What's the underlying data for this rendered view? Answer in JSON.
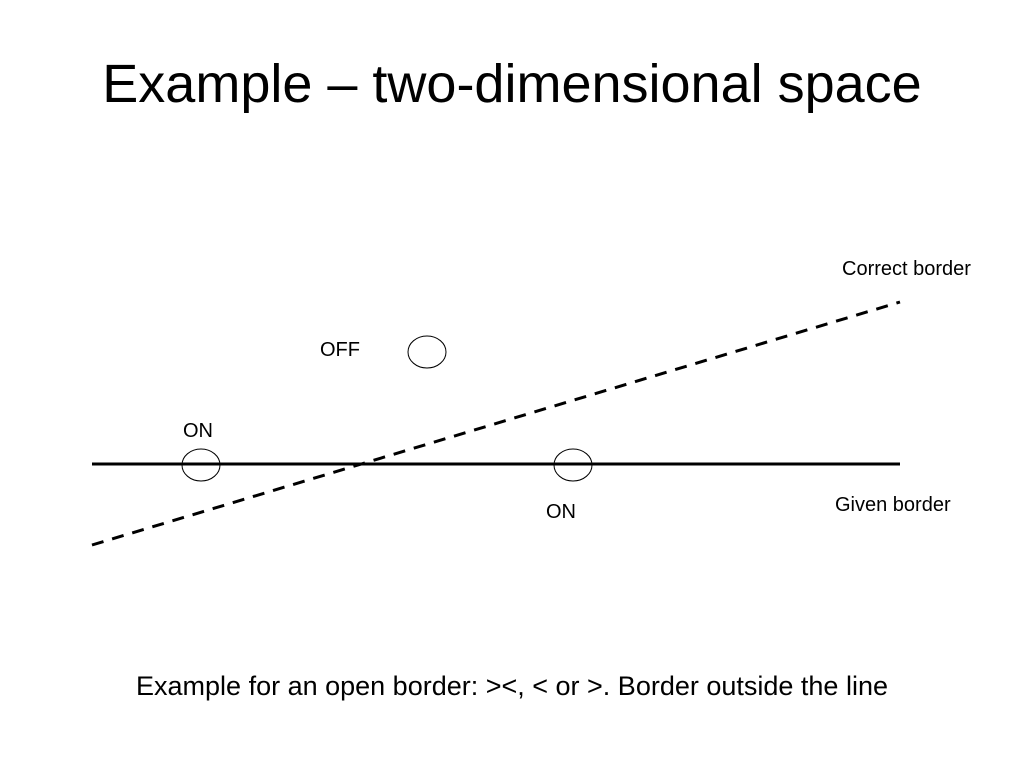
{
  "slide": {
    "title": "Example – two-dimensional space",
    "footer": "Example for an open border: ><, < or >. Border outside the line"
  },
  "diagram": {
    "labels": {
      "correct_border": "Correct border",
      "given_border": "Given border",
      "off": "OFF",
      "on_left": "ON",
      "on_right": "ON"
    },
    "colors": {
      "line": "#000000",
      "background": "#ffffff"
    }
  }
}
